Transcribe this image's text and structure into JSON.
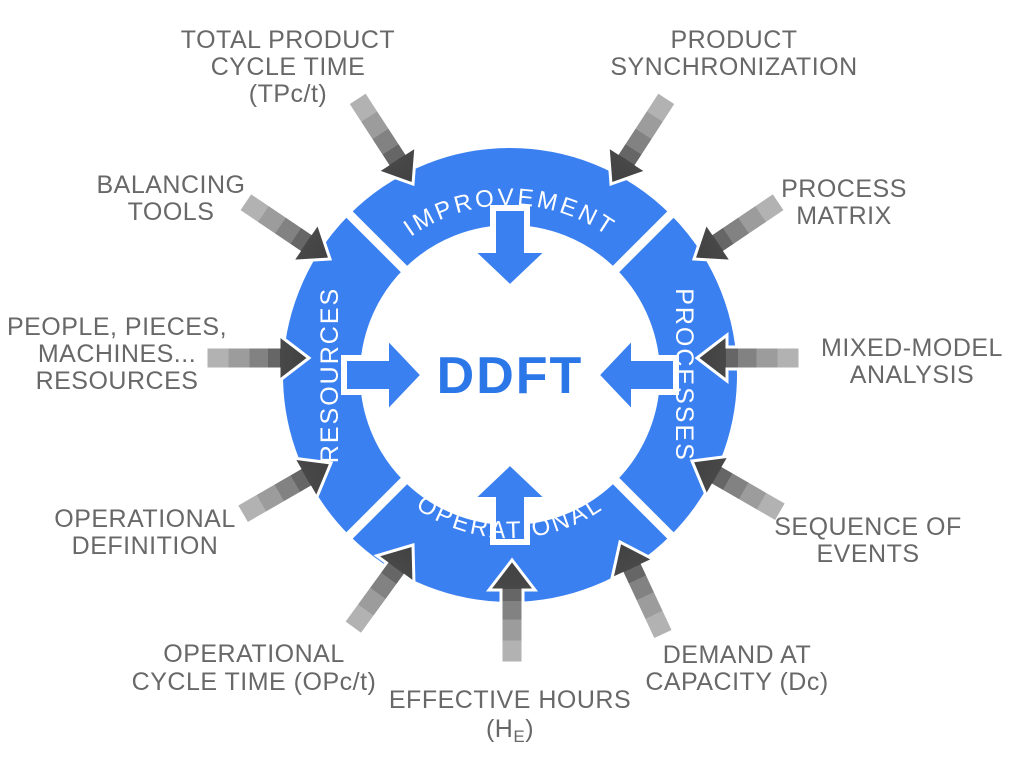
{
  "colors": {
    "ring_blue": "#3b80f0",
    "center_blue": "#2c77e8",
    "label_gray": "#686868",
    "background": "#ffffff",
    "input_arrow_tail_gray": "#b2b2b2",
    "input_arrow_head_gray": "#414141"
  },
  "center": {
    "label": "DDFT"
  },
  "ring": {
    "segments": [
      {
        "position": "top",
        "label": "IMPROVEMENT"
      },
      {
        "position": "right",
        "label": "PROCESSES"
      },
      {
        "position": "bottom",
        "label": "OPERATIONAL"
      },
      {
        "position": "left",
        "label": "RESOURCES"
      }
    ]
  },
  "external_labels": [
    {
      "id": "total-product-cycle-time",
      "lines": [
        "TOTAL PRODUCT",
        "CYCLE TIME",
        "(TPc/t)"
      ]
    },
    {
      "id": "product-synchronization",
      "lines": [
        "PRODUCT",
        "SYNCHRONIZATION"
      ]
    },
    {
      "id": "balancing-tools",
      "lines": [
        "BALANCING",
        "TOOLS"
      ]
    },
    {
      "id": "process-matrix",
      "lines": [
        "PROCESS",
        "MATRIX"
      ]
    },
    {
      "id": "people-pieces-machines-resources",
      "lines": [
        "PEOPLE, PIECES,",
        "MACHINES...",
        "RESOURCES"
      ]
    },
    {
      "id": "mixed-model-analysis",
      "lines": [
        "MIXED-MODEL",
        "ANALYSIS"
      ]
    },
    {
      "id": "operational-definition",
      "lines": [
        "OPERATIONAL",
        "DEFINITION"
      ]
    },
    {
      "id": "sequence-of-events",
      "lines": [
        "SEQUENCE OF",
        "EVENTS"
      ]
    },
    {
      "id": "operational-cycle-time",
      "lines": [
        "OPERATIONAL",
        "CYCLE TIME (OPc/t)"
      ]
    },
    {
      "id": "effective-hours",
      "lines": [
        "EFFECTIVE HOURS"
      ],
      "formula_pre": "(H",
      "formula_sub": "E",
      "formula_post": ")"
    },
    {
      "id": "demand-at-capacity",
      "lines": [
        "DEMAND AT",
        "CAPACITY (Dc)"
      ]
    }
  ]
}
